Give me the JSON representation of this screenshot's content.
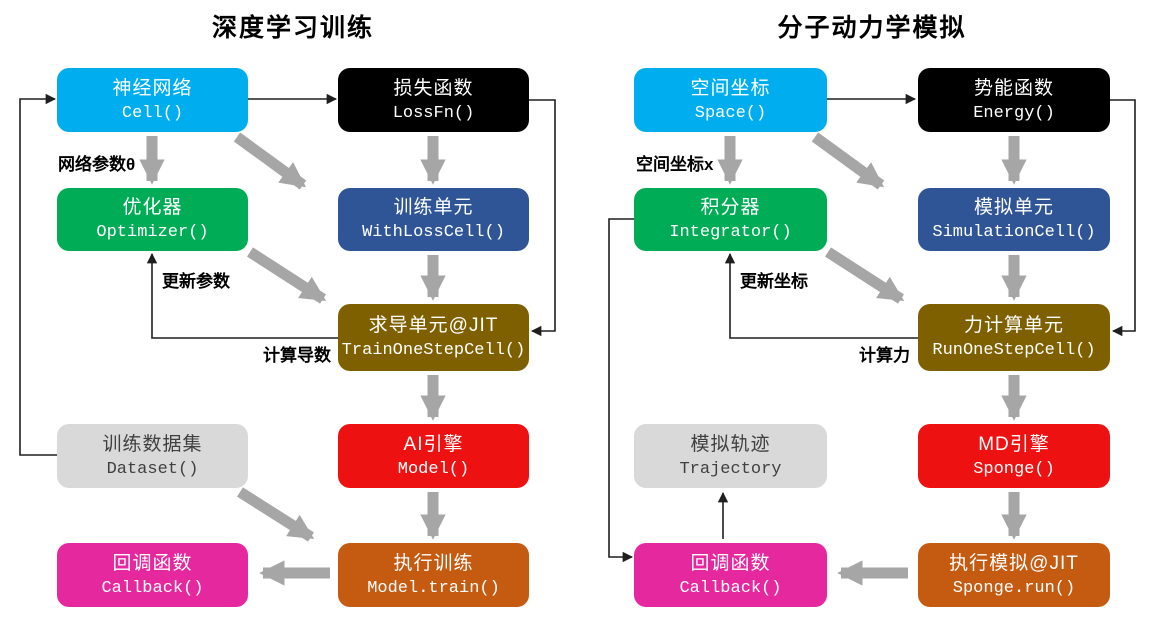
{
  "diagrams": [
    {
      "title": "深度学习训练",
      "nodes": [
        {
          "zh": "神经网络",
          "code": "Cell()"
        },
        {
          "zh": "损失函数",
          "code": "LossFn()"
        },
        {
          "zh": "优化器",
          "code": "Optimizer()"
        },
        {
          "zh": "训练单元",
          "code": "WithLossCell()"
        },
        {
          "zh": "求导单元@JIT",
          "code": "TrainOneStepCell()"
        },
        {
          "zh": "训练数据集",
          "code": "Dataset()"
        },
        {
          "zh": "AI引擎",
          "code": "Model()"
        },
        {
          "zh": "回调函数",
          "code": "Callback()"
        },
        {
          "zh": "执行训练",
          "code": "Model.train()"
        }
      ],
      "edge_labels": {
        "param_out": "网络参数θ",
        "update": "更新参数",
        "compute": "计算导数"
      }
    },
    {
      "title": "分子动力学模拟",
      "nodes": [
        {
          "zh": "空间坐标",
          "code": "Space()"
        },
        {
          "zh": "势能函数",
          "code": "Energy()"
        },
        {
          "zh": "积分器",
          "code": "Integrator()"
        },
        {
          "zh": "模拟单元",
          "code": "SimulationCell()"
        },
        {
          "zh": "力计算单元",
          "code": "RunOneStepCell()"
        },
        {
          "zh": "模拟轨迹",
          "code": "Trajectory"
        },
        {
          "zh": "MD引擎",
          "code": "Sponge()"
        },
        {
          "zh": "回调函数",
          "code": "Callback()"
        },
        {
          "zh": "执行模拟@JIT",
          "code": "Sponge.run()"
        }
      ],
      "edge_labels": {
        "param_out": "空间坐标x",
        "update": "更新坐标",
        "compute": "计算力"
      }
    }
  ],
  "colors": {
    "cyan": "#00AEEF",
    "black": "#000000",
    "green": "#00AC55",
    "blue": "#2F5597",
    "olive": "#7F6000",
    "graybox": "#D9D9D9",
    "red": "#EE1111",
    "magenta": "#E6289F",
    "orange": "#C55A11",
    "arrow_gray": "#A6A6A6",
    "line": "#1F1F1F",
    "graybox_text": "#404040"
  }
}
